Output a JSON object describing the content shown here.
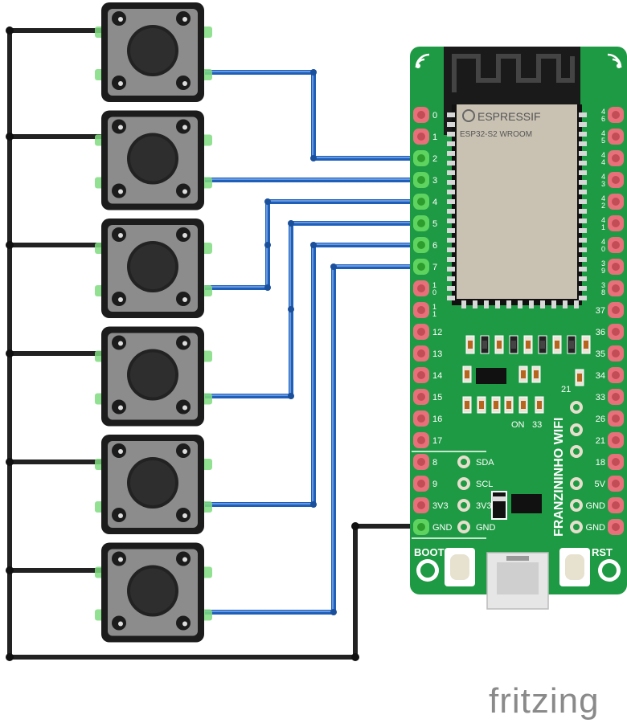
{
  "buttons_count": 6,
  "board": {
    "module_brand": "ESPRESSIF",
    "module_name": "ESP32-S2 WROOM",
    "board_name": "FRANZININHO WIFI",
    "boot_label": "BOOT",
    "rst_label": "RST",
    "on_label": "ON",
    "label_33": "33",
    "label_21": "21",
    "left_pins": [
      "0",
      "1",
      "2",
      "3",
      "4",
      "5",
      "6",
      "7",
      "1\n0",
      "1\n1",
      "12",
      "13",
      "14",
      "15",
      "16",
      "17",
      "8",
      "9",
      "3V3",
      "GND"
    ],
    "right_pins": [
      "4\n6",
      "4\n5",
      "4\n4",
      "4\n3",
      "4\n2",
      "4\n1",
      "4\n0",
      "3\n9",
      "3\n8",
      "37",
      "36",
      "35",
      "34",
      "33",
      "26",
      "21",
      "18",
      "5V",
      "GND",
      "GND"
    ],
    "inner_left_labels": [
      "SDA",
      "SCL",
      "3V3",
      "GND"
    ]
  },
  "footer": {
    "logo_text": "fritzing"
  },
  "colors": {
    "board_green": "#1f9a44",
    "board_dark_green": "#167a35",
    "wire_blue": "#1f5fb8",
    "wire_black": "#222222",
    "pad_pink": "#e8707a",
    "button_body": "#1c1c1c",
    "button_plate": "#8c8c8c"
  }
}
